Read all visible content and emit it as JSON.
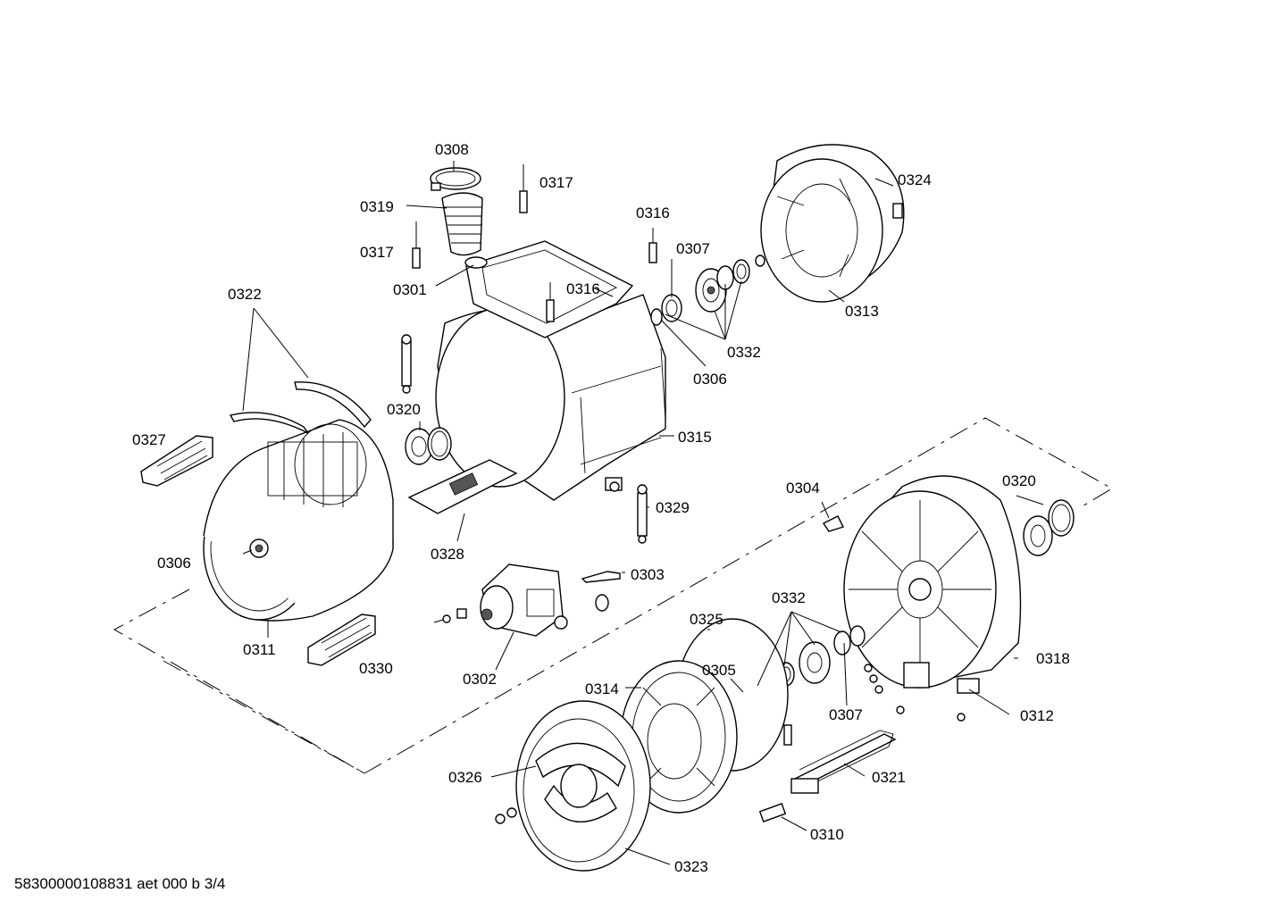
{
  "footer_text": "58300000108831 aet 000 b 3/4",
  "labels": {
    "l0308": "0308",
    "l0317a": "0317",
    "l0319": "0319",
    "l0317b": "0317",
    "l0301": "0301",
    "l0316a": "0316",
    "l0316b": "0316",
    "l0307a": "0307",
    "l0324": "0324",
    "l0313": "0313",
    "l0332a": "0332",
    "l0306a": "0306",
    "l0322": "0322",
    "l0320a": "0320",
    "l0327": "0327",
    "l0315": "0315",
    "l0304": "0304",
    "l0320b": "0320",
    "l0329": "0329",
    "l0306b": "0306",
    "l0328": "0328",
    "l0303": "0303",
    "l0332b": "0332",
    "l0325": "0325",
    "l0318": "0318",
    "l0311": "0311",
    "l0330": "0330",
    "l0302": "0302",
    "l0305": "0305",
    "l0314": "0314",
    "l0307b": "0307",
    "l0312": "0312",
    "l0326": "0326",
    "l0321": "0321",
    "l0310": "0310",
    "l0323": "0323"
  }
}
